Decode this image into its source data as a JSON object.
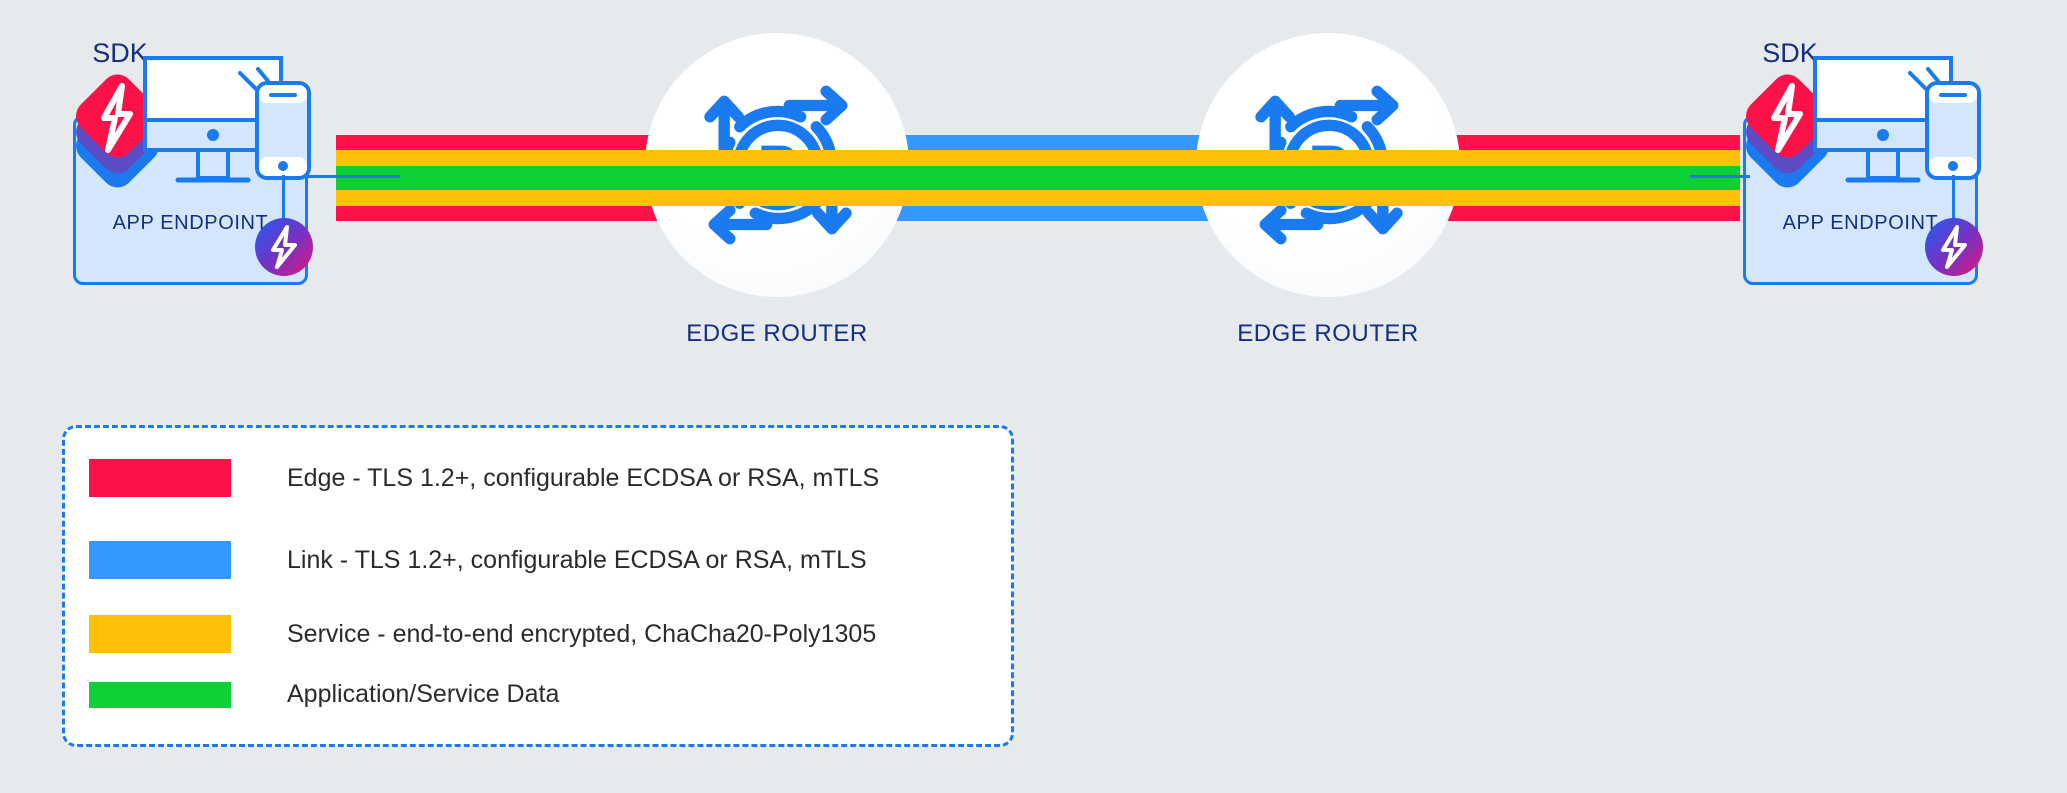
{
  "colors": {
    "background": "#e6eaed",
    "edge_red": "#fa1249",
    "link_blue": "#3399ff",
    "service_amber": "#ffc107",
    "app_green": "#0bd036",
    "brand_blue": "#1a7af0",
    "label_navy": "#14307d",
    "endpoint_fill": "#d4e6fb",
    "legend_text": "#2b2b2b",
    "sdk_purple": "#5b4bc4",
    "badge_gradient_from": "#1f5ef5",
    "badge_gradient_to": "#e2197a"
  },
  "nodes": {
    "endpoint_left": {
      "sdk_label": "SDK",
      "title": "APP ENDPOINT",
      "icons": [
        "sdk-stack-icon",
        "desktop-monitor-icon",
        "mobile-phone-icon",
        "lightning-badge-icon"
      ]
    },
    "endpoint_right": {
      "sdk_label": "SDK",
      "title": "APP ENDPOINT",
      "icons": [
        "sdk-stack-icon",
        "desktop-monitor-icon",
        "mobile-phone-icon",
        "lightning-badge-icon"
      ]
    },
    "router_left": {
      "title": "EDGE ROUTER",
      "icon": "router-circular-arrows-icon"
    },
    "router_right": {
      "title": "EDGE ROUTER",
      "icon": "router-circular-arrows-icon"
    }
  },
  "segments": [
    {
      "name": "endpoint-left-to-router-left",
      "layers": [
        "edge_red",
        "service_amber",
        "app_green",
        "service_amber",
        "edge_red"
      ]
    },
    {
      "name": "router-left-to-router-right",
      "layers": [
        "link_blue",
        "service_amber",
        "app_green",
        "service_amber",
        "link_blue"
      ]
    },
    {
      "name": "router-right-to-endpoint-right",
      "layers": [
        "edge_red",
        "service_amber",
        "app_green",
        "service_amber",
        "edge_red"
      ]
    }
  ],
  "legend": {
    "items": [
      {
        "color": "#fa1249",
        "label": "Edge - TLS 1.2+, configurable ECDSA or RSA, mTLS",
        "key": "edge"
      },
      {
        "color": "#3399ff",
        "label": "Link - TLS 1.2+, configurable ECDSA or RSA, mTLS",
        "key": "link"
      },
      {
        "color": "#ffc107",
        "label": "Service - end-to-end encrypted, ChaCha20-Poly1305",
        "key": "service"
      },
      {
        "color": "#0bd036",
        "label": "Application/Service Data",
        "key": "application"
      }
    ]
  }
}
